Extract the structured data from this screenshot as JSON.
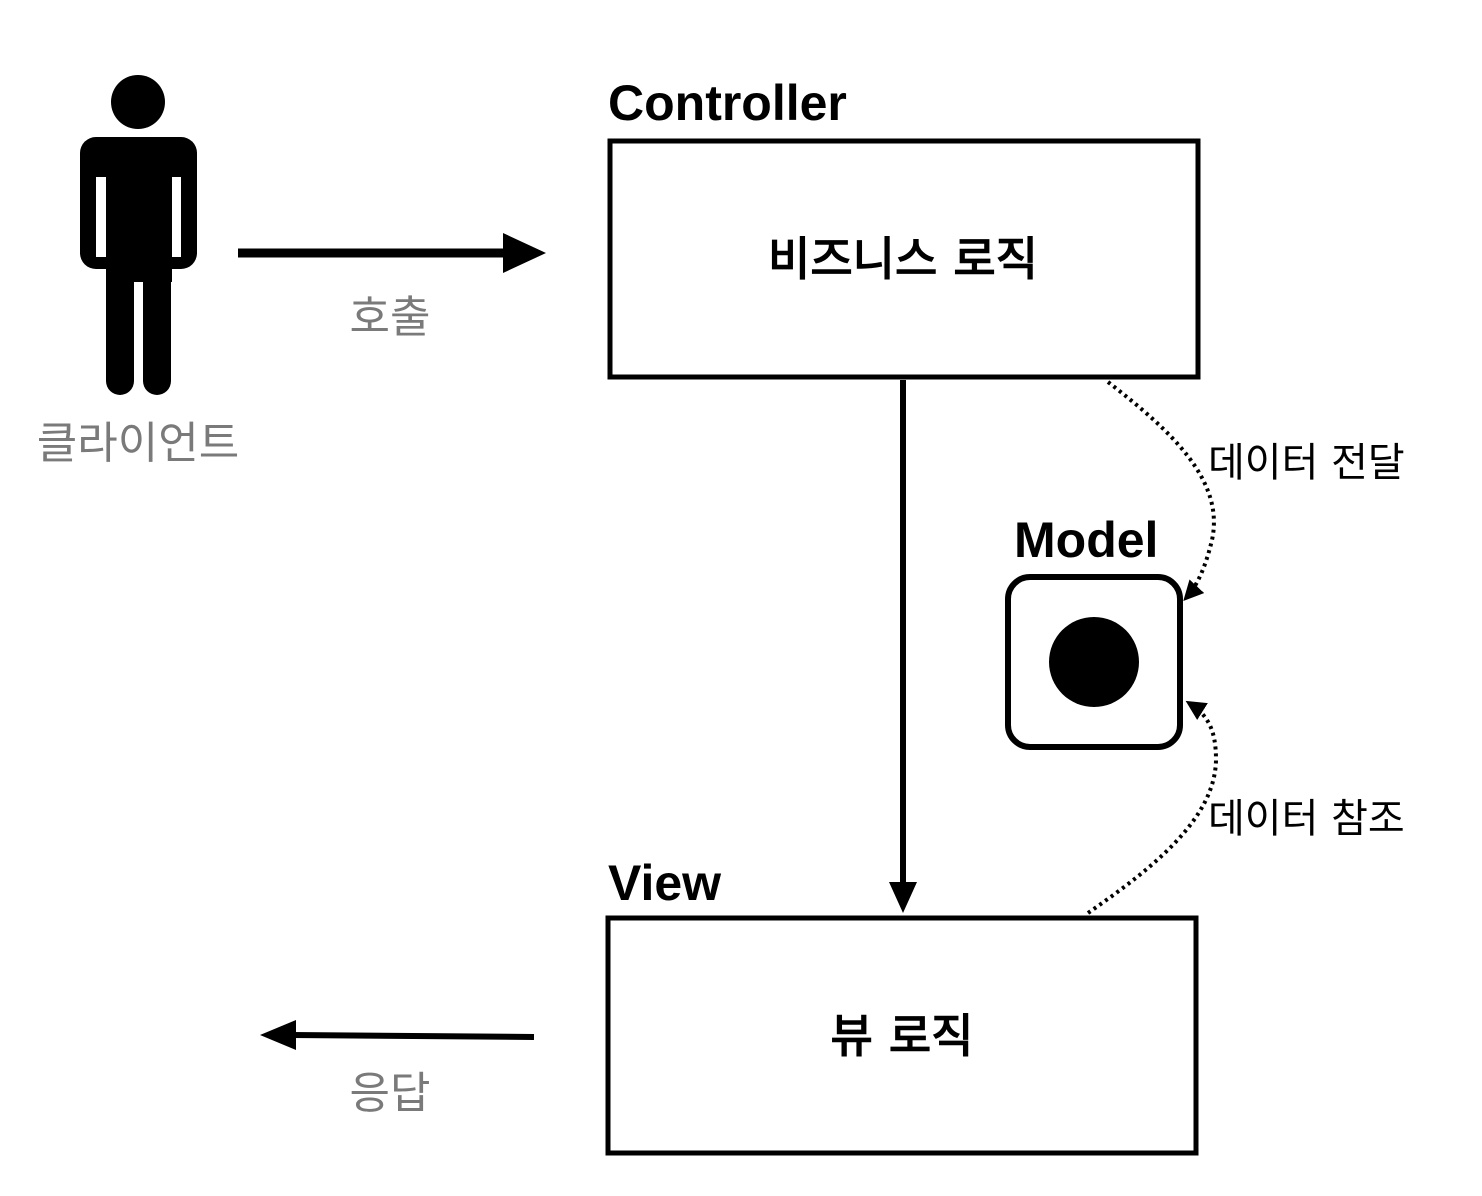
{
  "actor": {
    "label": "클라이언트"
  },
  "arrows": {
    "request_label": "호출",
    "response_label": "응답"
  },
  "controller": {
    "title": "Controller",
    "body": "비즈니스 로직"
  },
  "view": {
    "title": "View",
    "body": "뷰 로직"
  },
  "model": {
    "title": "Model"
  },
  "data_flows": {
    "deliver_label": "데이터 전달",
    "reference_label": "데이터 참조"
  }
}
